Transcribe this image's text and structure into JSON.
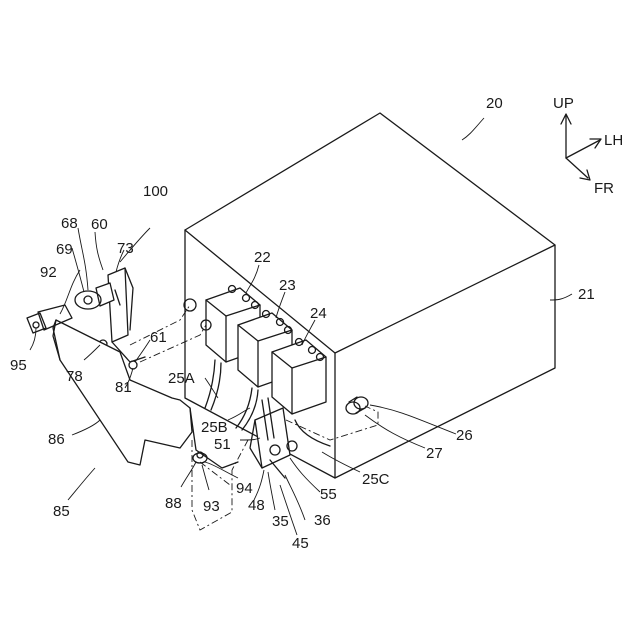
{
  "figure": {
    "labels": {
      "l20": "20",
      "l21": "21",
      "l22": "22",
      "l23": "23",
      "l24": "24",
      "l25A": "25A",
      "l25B": "25B",
      "l25C": "25C",
      "l26": "26",
      "l27": "27",
      "l35": "35",
      "l36": "36",
      "l45": "45",
      "l48": "48",
      "l51": "51",
      "l55": "55",
      "l60": "60",
      "l61": "61",
      "l68": "68",
      "l69": "69",
      "l73": "73",
      "l78": "78",
      "l81": "81",
      "l85": "85",
      "l86": "86",
      "l88": "88",
      "l92": "92",
      "l93": "93",
      "l94": "94",
      "l95": "95",
      "l100": "100"
    },
    "axes": {
      "up": "UP",
      "lh": "LH",
      "fr": "FR"
    }
  }
}
